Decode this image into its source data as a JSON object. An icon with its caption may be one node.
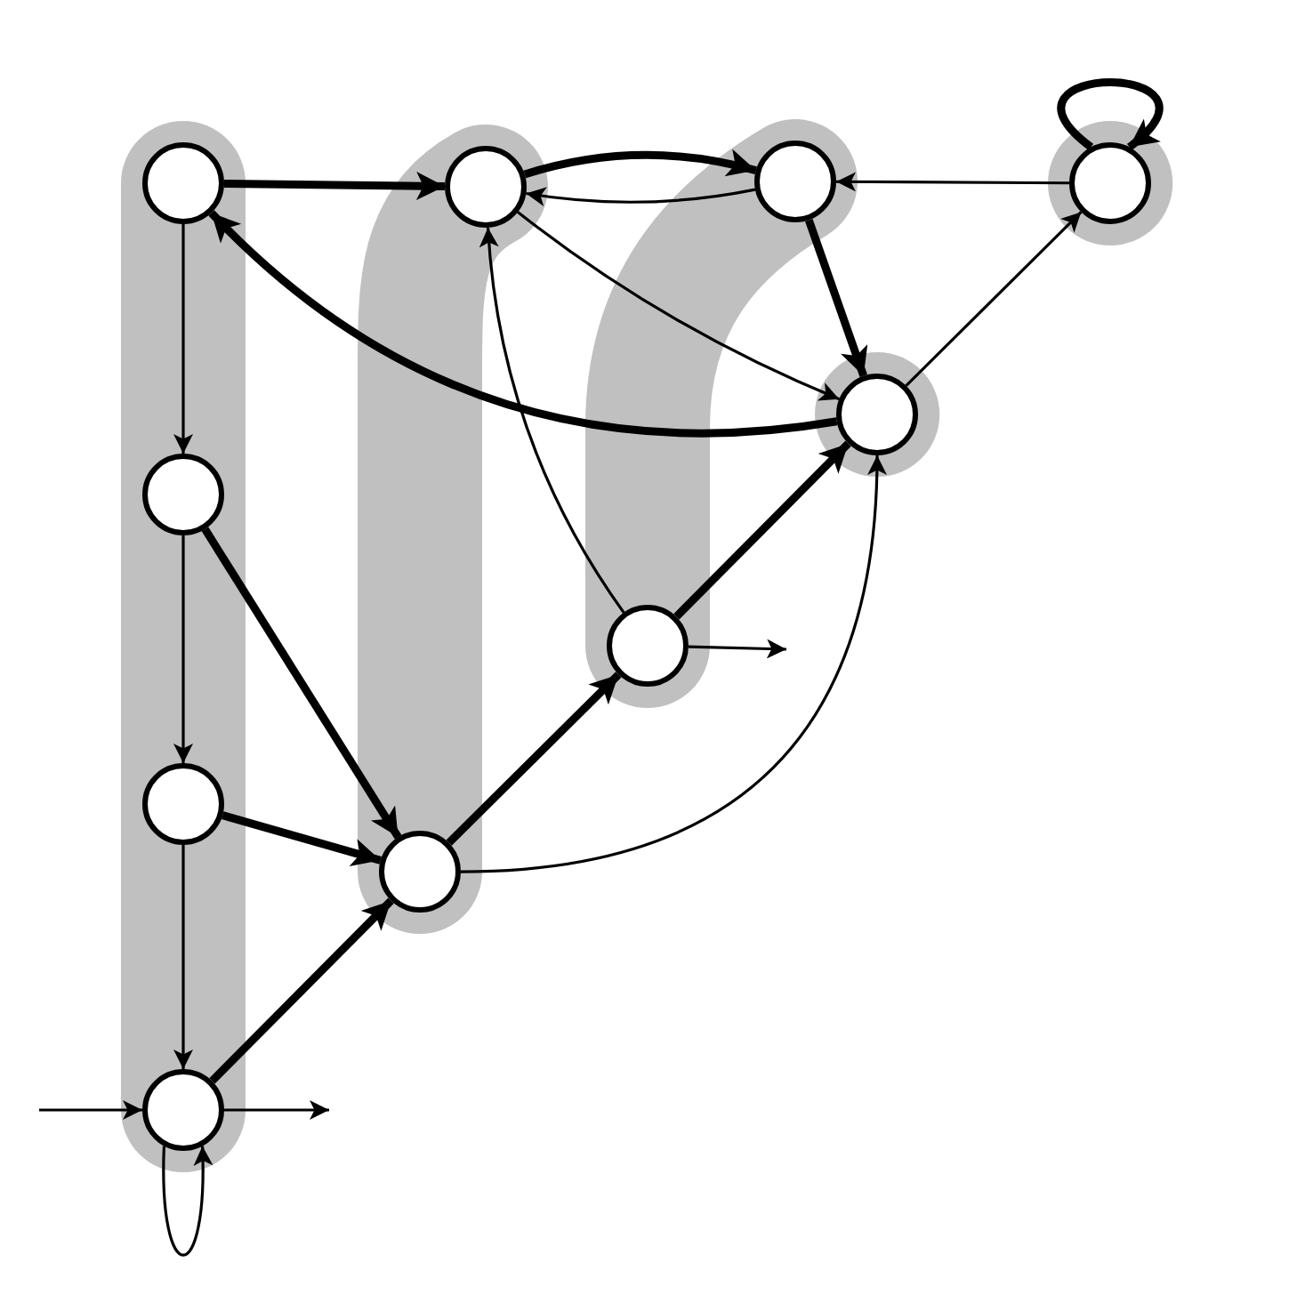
{
  "diagram": {
    "nodes": [
      {
        "text": [],
        "shape": "circle"
      },
      {
        "text": [],
        "shape": "circle"
      },
      {
        "text": [],
        "shape": "circle"
      },
      {
        "text": [],
        "shape": "circle"
      },
      {
        "text": [],
        "shape": "circle"
      },
      {
        "text": [],
        "shape": "circle"
      },
      {
        "text": [],
        "shape": "circle"
      },
      {
        "text": [],
        "shape": "circle"
      },
      {
        "text": [],
        "shape": "circle"
      },
      {
        "text": [],
        "shape": "circle"
      }
    ],
    "edges": [
      {
        "from": 0,
        "to": 1,
        "arrow": "to",
        "style": "thick"
      },
      {
        "from": 1,
        "to": 2,
        "arrow": "to",
        "style": "thick"
      },
      {
        "from": 2,
        "to": 1,
        "arrow": "to"
      },
      {
        "from": 3,
        "to": 2,
        "arrow": "to"
      },
      {
        "from": 3,
        "to": 3,
        "arrow": "to",
        "style": "thick"
      },
      {
        "from": 8,
        "to": 3,
        "arrow": "to"
      },
      {
        "from": 2,
        "to": 8,
        "arrow": "to",
        "style": "thick"
      },
      {
        "from": 1,
        "to": 8,
        "arrow": "to"
      },
      {
        "from": 8,
        "to": 0,
        "arrow": "to",
        "style": "thick"
      },
      {
        "from": 0,
        "to": 4,
        "arrow": "to"
      },
      {
        "from": 4,
        "to": 5,
        "arrow": "to"
      },
      {
        "from": 5,
        "to": 9,
        "arrow": "to"
      },
      {
        "from": 4,
        "to": 6,
        "arrow": "to",
        "style": "thick"
      },
      {
        "from": 5,
        "to": 6,
        "arrow": "to",
        "style": "thick"
      },
      {
        "from": 9,
        "to": 6,
        "arrow": "to",
        "style": "thick"
      },
      {
        "from": 6,
        "to": 7,
        "arrow": "to",
        "style": "thick"
      },
      {
        "from": 7,
        "to": 8,
        "arrow": "to",
        "style": "thick"
      },
      {
        "from": 7,
        "to": 1,
        "arrow": "to"
      },
      {
        "from": 6,
        "to": 8,
        "arrow": "to"
      },
      {
        "from": 7,
        "to": null,
        "arrow": "to"
      },
      {
        "from": null,
        "to": 9,
        "arrow": "to"
      },
      {
        "from": 9,
        "to": null,
        "arrow": "to"
      },
      {
        "from": 9,
        "to": 9,
        "arrow": "to"
      }
    ]
  }
}
